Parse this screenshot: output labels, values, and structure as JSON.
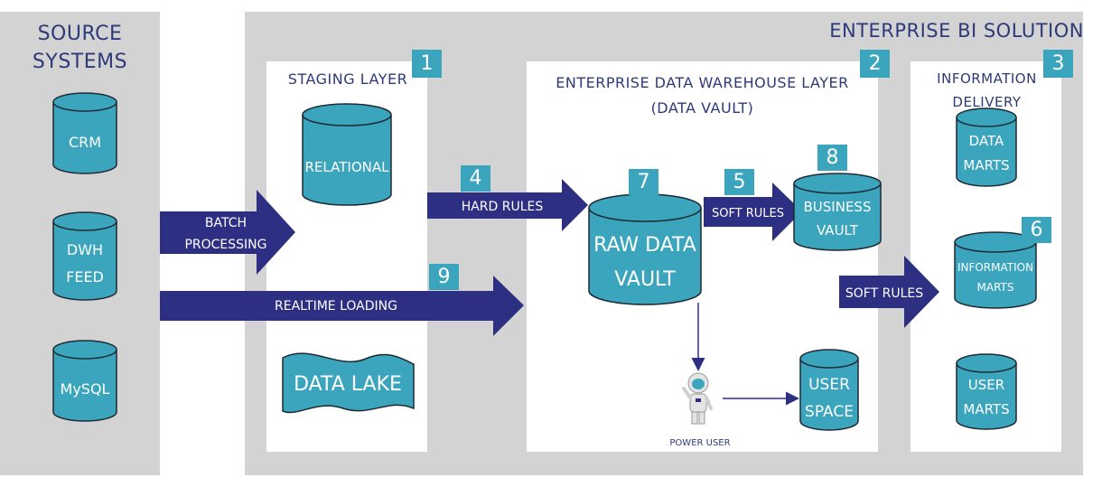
{
  "source_systems": {
    "title_line1": "SOURCE",
    "title_line2": "SYSTEMS",
    "items": [
      "CRM",
      "DWH\nFEED",
      "MySQL"
    ]
  },
  "enterprise_title": "ENTERPRISE BI SOLUTION",
  "staging": {
    "title": "STAGING LAYER",
    "badge": "1",
    "relational": "RELATIONAL",
    "data_lake": "DATA LAKE"
  },
  "edw": {
    "title_line1": "ENTERPRISE DATA WAREHOUSE LAYER",
    "title_line2": "(DATA VAULT)",
    "badge": "2",
    "raw_data_vault": "RAW DATA\nVAULT",
    "raw_badge": "7",
    "business_vault": "BUSINESS\nVAULT",
    "business_badge": "8",
    "user_space": "USER\nSPACE",
    "power_user": "POWER USER"
  },
  "delivery": {
    "title_line1": "INFORMATION",
    "title_line2": "DELIVERY",
    "badge": "3",
    "data_marts": "DATA\nMARTS",
    "information_marts": "INFORMATION\nMARTS",
    "information_badge": "6",
    "user_marts": "USER\nMARTS"
  },
  "arrows": {
    "batch": "BATCH\nPROCESSING",
    "hard_rules": "HARD RULES",
    "hard_badge": "4",
    "soft_rules_1": "SOFT RULES",
    "soft_badge": "5",
    "soft_rules_2": "SOFT RULES",
    "realtime": "REALTIME LOADING",
    "realtime_badge": "9"
  },
  "colors": {
    "cylinder": "#3aa5bd",
    "cylinder_stroke": "#1f2a33",
    "arrow": "#2d2f83",
    "title": "#2e3a78",
    "panel": "#d3d3d3"
  }
}
